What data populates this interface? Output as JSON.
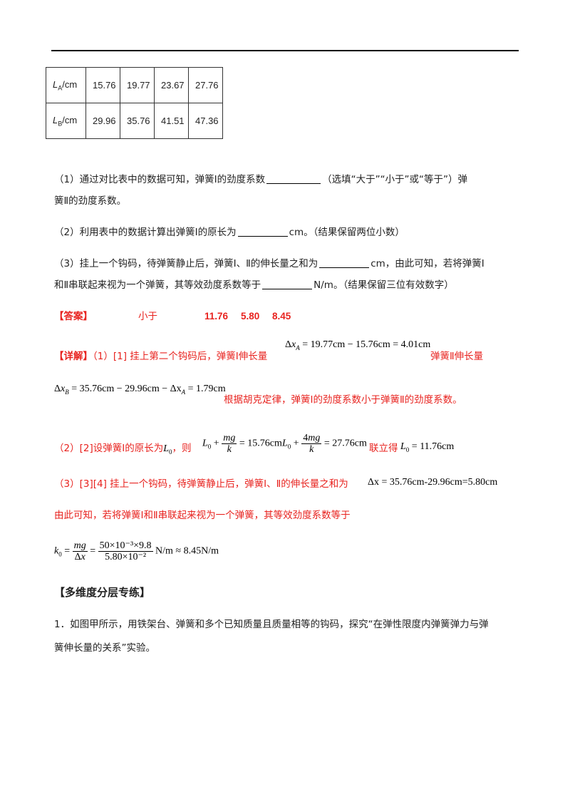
{
  "table": {
    "rows": [
      {
        "label_var": "L",
        "label_sub": "A",
        "label_unit": "/cm",
        "values": [
          "15.76",
          "19.77",
          "23.67",
          "27.76"
        ]
      },
      {
        "label_var": "L",
        "label_sub": "B",
        "label_unit": "/cm",
        "values": [
          "29.96",
          "35.76",
          "41.51",
          "47.36"
        ]
      }
    ]
  },
  "q1": {
    "line1_a": "（1）通过对比表中的数据可知，弹簧Ⅰ的劲度系数",
    "line1_b": "（选填“大于”“小于”或“等于”）弹",
    "line2": "簧Ⅱ的劲度系数。"
  },
  "q2": {
    "a": "（2）利用表中的数据计算出弹簧Ⅰ的原长为",
    "b": "cm。（结果保留两位小数）"
  },
  "q3": {
    "line1_a": "（3）挂上一个钩码，待弹簧静止后，弹簧Ⅰ、Ⅱ的伸长量之和为",
    "line1_b": "cm，由此可知，若将弹簧Ⅰ",
    "line2_a": "和Ⅱ串联起来视为一个弹簧，其等效劲度系数等于",
    "line2_b": "N/m。（结果保留三位有效数字）"
  },
  "answer": {
    "label": "【答案】",
    "values": [
      "小于",
      "11.76",
      "5.80",
      "8.45"
    ]
  },
  "detail": {
    "label": "【详解】",
    "p1_a": "（1）[1] 挂上第二个钩码后，弹簧Ⅰ伸长量",
    "f1": "= 19.77cm − 15.76cm = 4.01cm",
    "p1_b": "弹簧Ⅱ伸长量",
    "f2": "= 35.76cm − 29.96cm − Δx",
    "f2_tail": "= 1.79cm",
    "p1_c": "根据胡克定律，弹簧Ⅰ的劲度系数小于弹簧Ⅱ的劲度系数。",
    "p2_a": "（2）[2]设弹簧Ⅰ的原长为",
    "p2_b": "，则",
    "f3_rhs": "= 15.76cm",
    "f4_rhs": "= 27.76cm",
    "p2_c": "联立得",
    "f5_rhs": "= 11.76cm",
    "p3_a": "（3）[3][4] 挂上一个钩码，待弹簧静止后，弹簧Ⅰ、Ⅱ的伸长量之和为",
    "f6": "Δx = 35.76cm-29.96cm=5.80cm",
    "p3_b": "由此可知，若将弹簧Ⅰ和Ⅱ串联起来视为一个弹簧，其等效劲度系数等于",
    "f7_num": "50×10⁻³×9.8",
    "f7_den": "5.80×10⁻²",
    "f7_tail": "N/m ≈ 8.45N/m"
  },
  "section": {
    "title": "【多维度分层专练】",
    "q1_line1": "1．如图甲所示，用铁架台、弹簧和多个已知质量且质量相等的钩码，探究“在弹性限度内弹簧弹力与弹",
    "q1_line2": "簧伸长量的关系”实验。"
  },
  "colors": {
    "answer": "#e8231f",
    "text": "#222222"
  }
}
